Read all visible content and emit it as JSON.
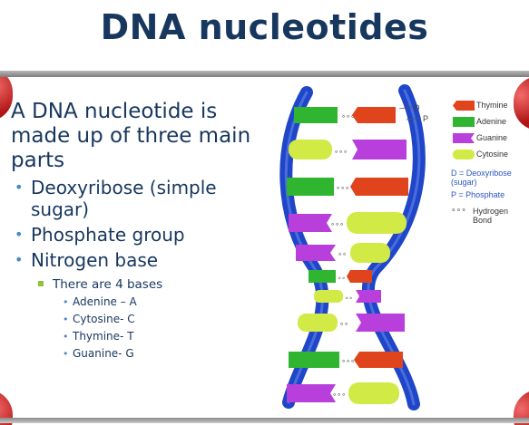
{
  "title": "DNA nucleotides",
  "body": {
    "lead": "A DNA nucleotide is made up of three main parts",
    "parts": [
      "Deoxyribose (simple sugar)",
      "Phosphate group",
      "Nitrogen base"
    ],
    "sub_point": "There are 4 bases",
    "bases": [
      "Adenine – A",
      "Cytosine- C",
      "Thymine- T",
      "Guanine- G"
    ]
  },
  "diagram": {
    "label_d": "D",
    "label_p": "P",
    "legend": [
      {
        "label": "Thymine",
        "color": "#e0441c"
      },
      {
        "label": "Adenine",
        "color": "#2fb52f"
      },
      {
        "label": "Guanine",
        "color": "#b83fdc"
      },
      {
        "label": "Cytosine",
        "color": "#d2ea45"
      }
    ],
    "key_d": "D = Deoxyribose (sugar)",
    "key_p": "P = Phosphate",
    "key_hbond": "Hydrogen Bond",
    "backbone_color": "#1f45c9"
  }
}
